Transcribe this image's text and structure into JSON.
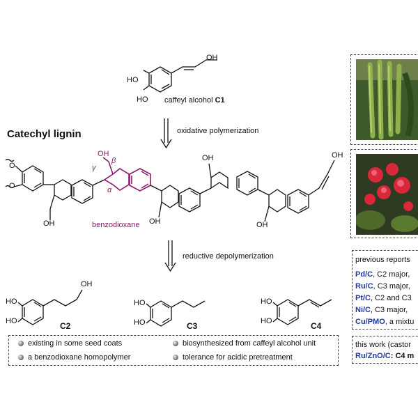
{
  "top": {
    "oh_label": "OH",
    "ho_label_1": "HO",
    "ho_label_2": "HO",
    "monomer_name": "caffeyl alcohol ",
    "monomer_code": "C1"
  },
  "title": "Catechyl lignin",
  "step1": "oxidative polymerization",
  "step2": "reductive depolymerization",
  "polymer": {
    "o_label": "O",
    "oh_label": "OH",
    "greek_gamma": "γ",
    "greek_beta": "β",
    "greek_alpha": "α",
    "motif_label": "benzodioxane"
  },
  "products": [
    {
      "code": "C2",
      "oh": "OH",
      "ho1": "HO",
      "ho2": "HO"
    },
    {
      "code": "C3",
      "ho1": "HO",
      "ho2": "HO"
    },
    {
      "code": "C4",
      "ho1": "HO",
      "ho2": "HO"
    }
  ],
  "features": [
    "existing in some seed coats",
    "biosynthesized from caffeyl alcohol unit",
    "a benzodioxane homopolymer",
    "tolerance for acidic pretreatment"
  ],
  "previous_reports": {
    "heading": "previous reports",
    "items": [
      {
        "catalyst": "Pd/C",
        "text": ", C2 major,"
      },
      {
        "catalyst": "Ru/C",
        "text": ", C3 major,"
      },
      {
        "catalyst": "Pt/C",
        "text": ", C2 and C3"
      },
      {
        "catalyst": "Ni/C",
        "text": ", C3 major, "
      },
      {
        "catalyst": "Cu/PMO",
        "text": ", a mixtu"
      }
    ]
  },
  "this_work": {
    "heading": "this work (castor",
    "catalyst": "Ru/ZnO/C",
    "text": ": C4 m"
  },
  "photos": [
    "vanilla-pods-photo",
    "castor-flower-photo"
  ],
  "colors": {
    "accent": "#8b1a6b",
    "catalyst": "#1f3aa0"
  }
}
